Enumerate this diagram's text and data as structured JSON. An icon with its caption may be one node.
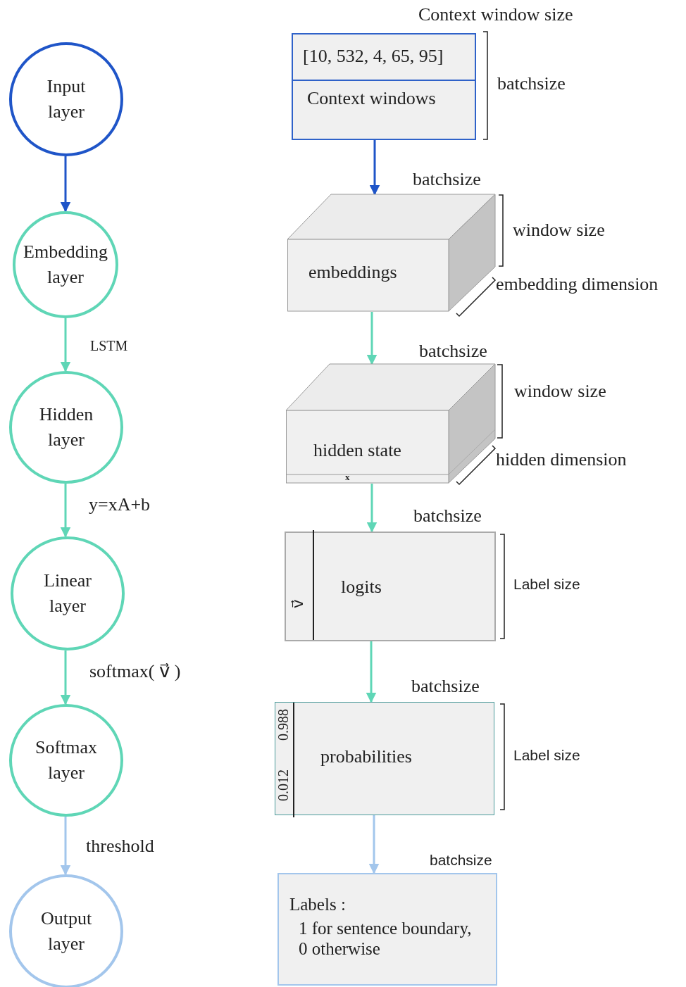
{
  "diagram": {
    "nodes": [
      {
        "text": [
          "Input layer"
        ]
      },
      {
        "text": [
          "Embedding layer"
        ]
      },
      {
        "text": [
          "Hidden layer"
        ]
      },
      {
        "text": [
          "Linear layer"
        ]
      },
      {
        "text": [
          "Softmax layer"
        ]
      },
      {
        "text": [
          "Output layer"
        ]
      },
      {
        "text": [
          "[10, 532, 4, 65, 95]",
          "Context windows"
        ]
      },
      {
        "text": [
          "embeddings"
        ]
      },
      {
        "text": [
          "hidden state",
          "x"
        ]
      },
      {
        "text": [
          "logits",
          "v⃗"
        ]
      },
      {
        "text": [
          "probabilities",
          "0.012",
          "0.988"
        ]
      },
      {
        "text": [
          "Labels :",
          "1 for sentence boundary, 0 otherwise"
        ]
      }
    ],
    "edges": [
      {
        "from": 0,
        "to": 1,
        "arrow": "to",
        "color": "#1f55c8"
      },
      {
        "from": 1,
        "to": 2,
        "arrow": "to",
        "label": "LSTM"
      },
      {
        "from": 2,
        "to": 3,
        "arrow": "to",
        "label": "y=xA+b"
      },
      {
        "from": 3,
        "to": 4,
        "arrow": "to",
        "label": "softmax( v⃗ )"
      },
      {
        "from": 4,
        "to": 5,
        "arrow": "to",
        "label": "threshold",
        "color": "#a3c6ec"
      },
      {
        "from": 6,
        "to": 7,
        "arrow": "to",
        "color": "#1f55c8"
      },
      {
        "from": 7,
        "to": 8,
        "arrow": "to"
      },
      {
        "from": 8,
        "to": 9,
        "arrow": "to"
      },
      {
        "from": 9,
        "to": 10,
        "arrow": "to"
      },
      {
        "from": 10,
        "to": 11,
        "arrow": "to",
        "color": "#a3c6ec"
      }
    ],
    "labels": [
      "Context window size",
      "batchsize",
      "batchsize",
      "window size",
      "embedding dimension",
      "batchsize",
      "window size",
      "hidden dimension",
      "batchsize",
      "Label size",
      "batchsize",
      "Label size",
      "batchsize"
    ]
  }
}
